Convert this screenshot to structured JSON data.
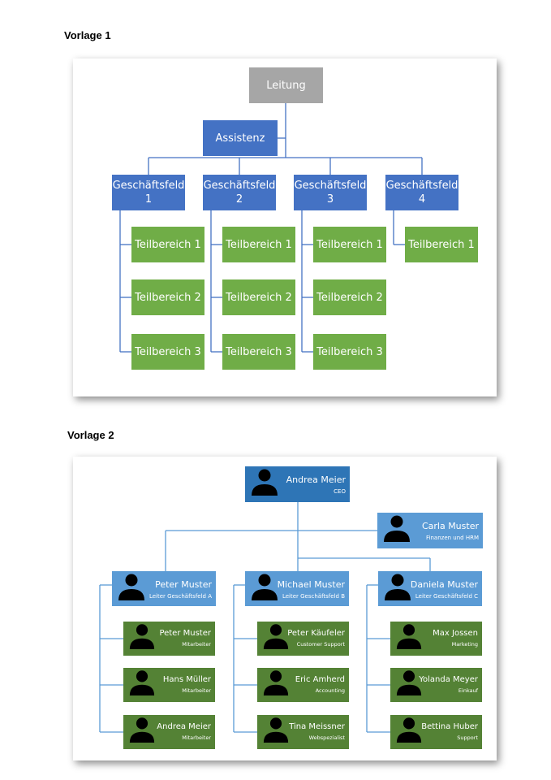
{
  "template1": {
    "heading": "Vorlage 1",
    "top": "Leitung",
    "assistant": "Assistenz",
    "divisions": [
      {
        "label": "Geschäftsfeld 1",
        "subs": [
          "Teilbereich 1",
          "Teilbereich 2",
          "Teilbereich 3"
        ]
      },
      {
        "label": "Geschäftsfeld 2",
        "subs": [
          "Teilbereich 1",
          "Teilbereich 2",
          "Teilbereich 3"
        ]
      },
      {
        "label": "Geschäftsfeld 3",
        "subs": [
          "Teilbereich 1",
          "Teilbereich 2",
          "Teilbereich 3"
        ]
      },
      {
        "label": "Geschäftsfeld 4",
        "subs": [
          "Teilbereich 1"
        ]
      }
    ]
  },
  "template2": {
    "heading": "Vorlage 2",
    "ceo": {
      "name": "Andrea Meier",
      "role": "CEO"
    },
    "assistant": {
      "name": "Carla Muster",
      "role": "Finanzen und HRM"
    },
    "leads": [
      {
        "name": "Peter Muster",
        "role": "Leiter Geschäftsfeld A",
        "staff": [
          {
            "name": "Peter Muster",
            "role": "Mitarbeiter"
          },
          {
            "name": "Hans Müller",
            "role": "Mitarbeiter"
          },
          {
            "name": "Andrea Meier",
            "role": "Mitarbeiter"
          }
        ]
      },
      {
        "name": "Michael Muster",
        "role": "Leiter Geschäftsfeld B",
        "staff": [
          {
            "name": "Peter Käufeler",
            "role": "Customer Support"
          },
          {
            "name": "Eric Amherd",
            "role": "Accounting"
          },
          {
            "name": "Tina Meissner",
            "role": "Webspezialist"
          }
        ]
      },
      {
        "name": "Daniela Muster",
        "role": "Leiter Geschäftsfeld C",
        "staff": [
          {
            "name": "Max Jossen",
            "role": "Marketing"
          },
          {
            "name": "Yolanda Meyer",
            "role": "Einkauf"
          },
          {
            "name": "Bettina Huber",
            "role": "Support"
          }
        ]
      }
    ]
  },
  "colors": {
    "gray": "#a6a6a6",
    "blue": "#4472c4",
    "green": "#70ad47",
    "navy": "#2e75b6",
    "light_blue": "#5b9bd5",
    "dark_green": "#548235",
    "connector": "#5b9bd5"
  }
}
